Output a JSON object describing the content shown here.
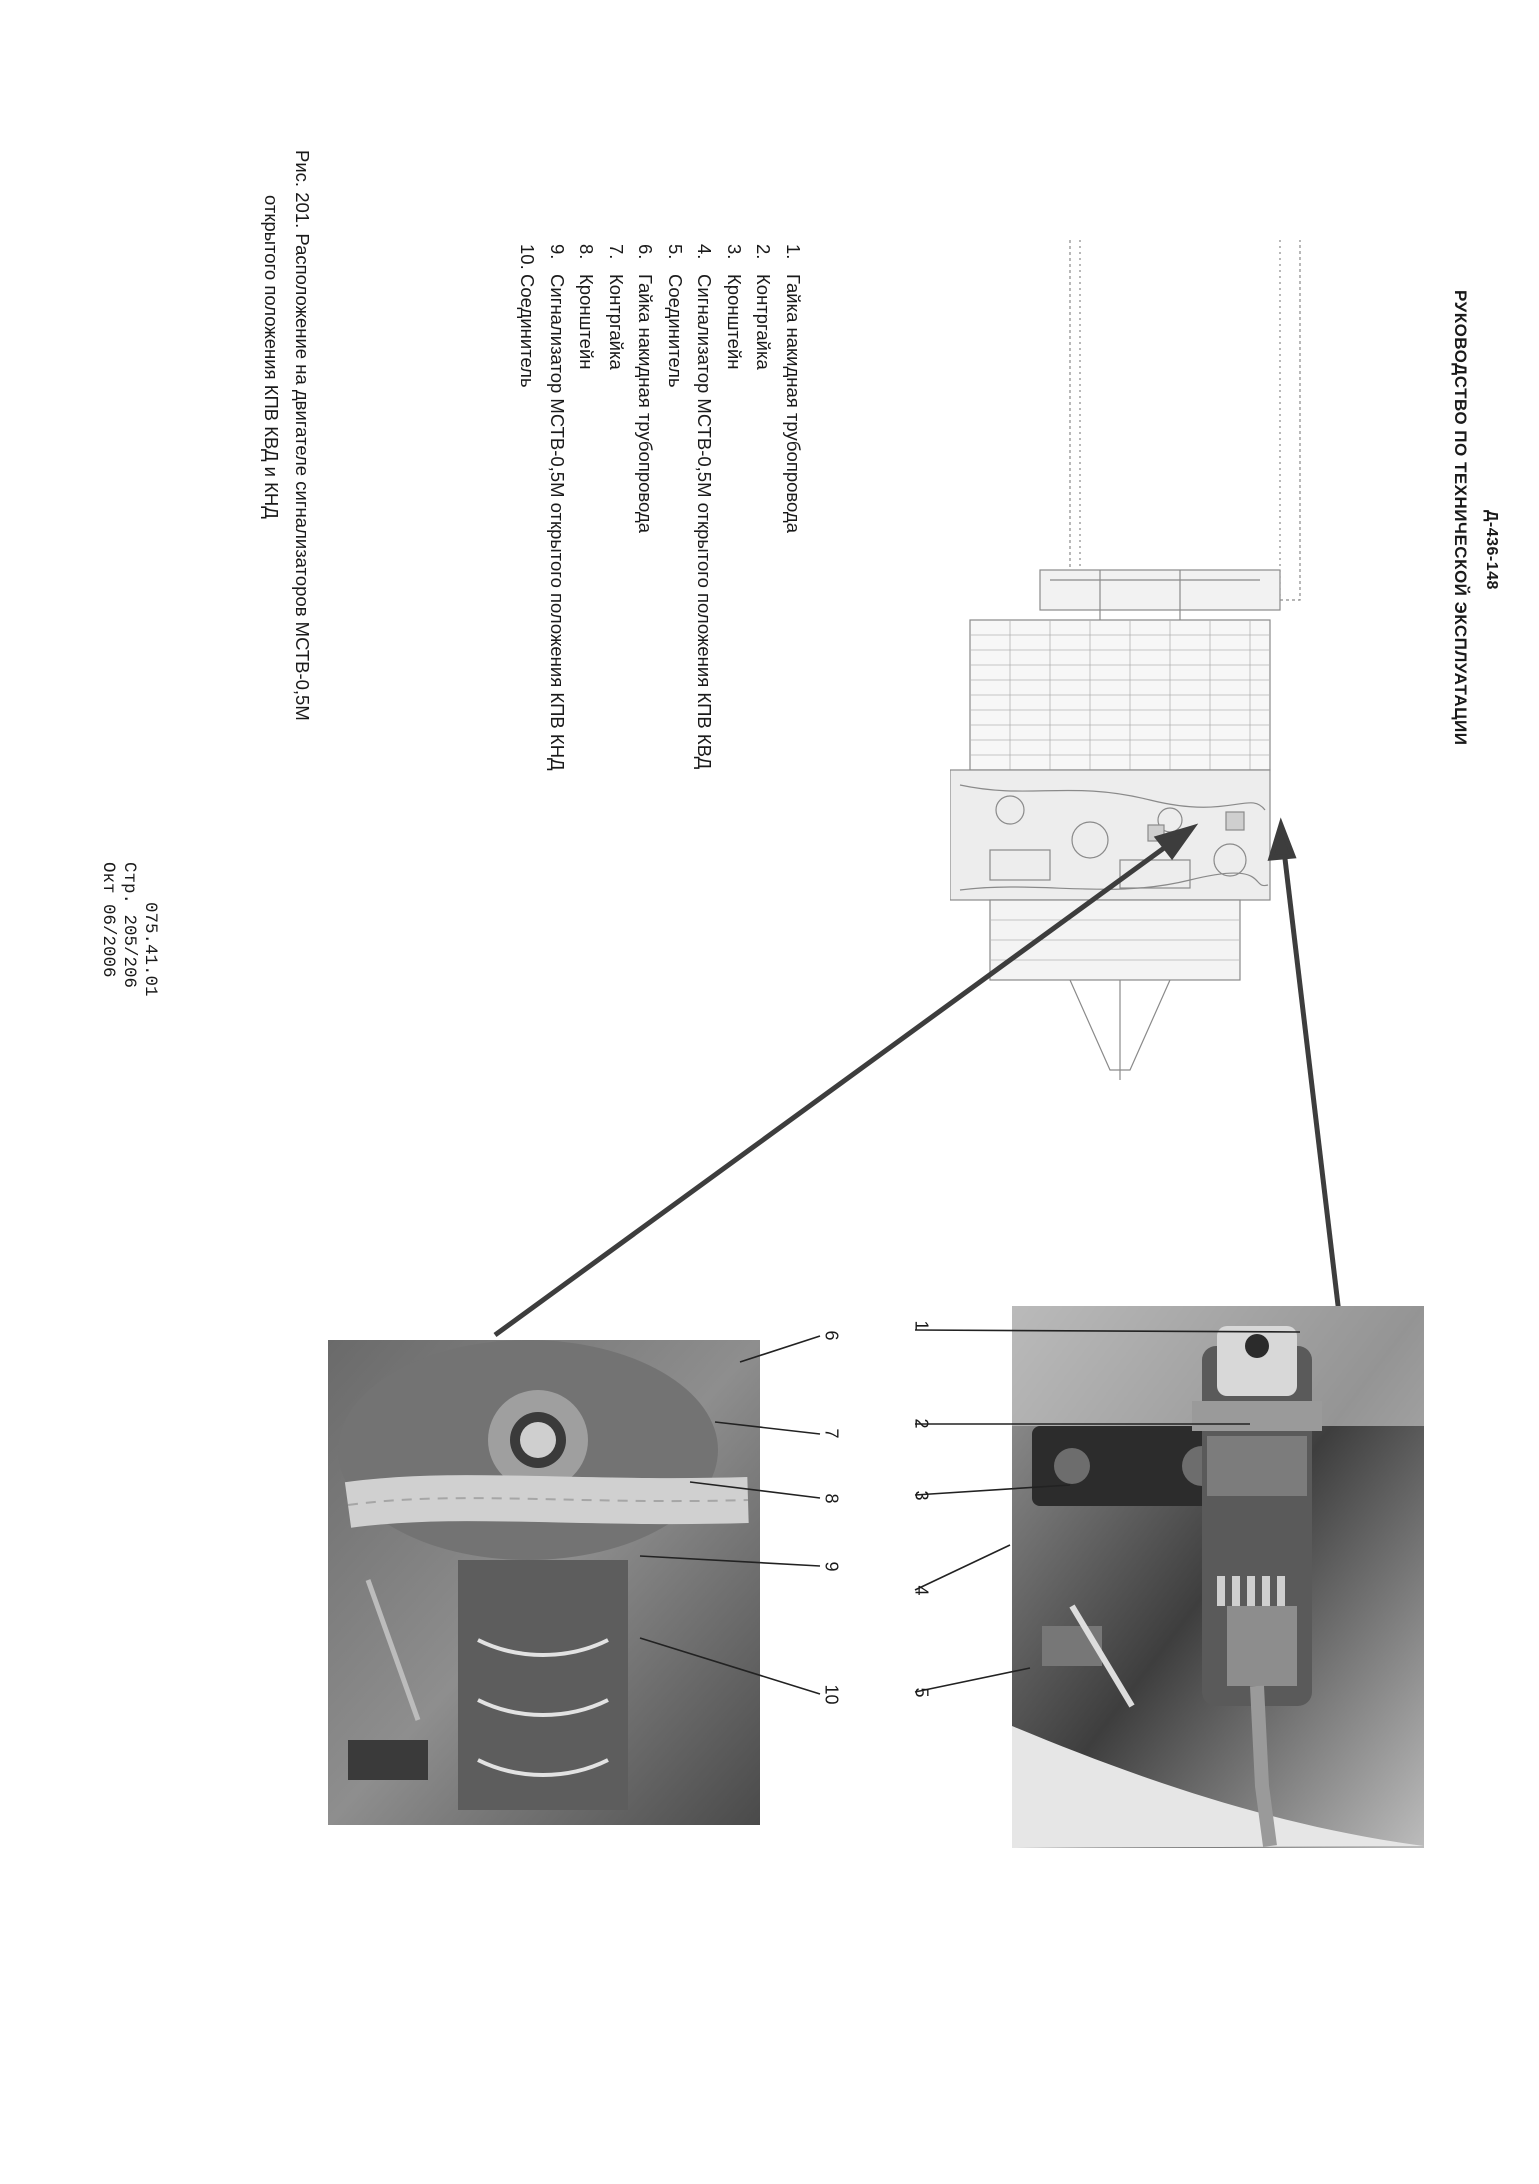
{
  "header": {
    "code": "Д-436-148",
    "title": "РУКОВОДСТВО ПО ТЕХНИЧЕСКОЙ ЭКСПЛУАТАЦИИ"
  },
  "legend": [
    {
      "num": "1.",
      "text": "Гайка накидная трубопровода"
    },
    {
      "num": "2.",
      "text": "Контргайка"
    },
    {
      "num": "3.",
      "text": "Кронштейн"
    },
    {
      "num": "4.",
      "text": "Сигнализатор МСТВ-0,5М открытого положения КПВ КВД"
    },
    {
      "num": "5.",
      "text": "Соединитель"
    },
    {
      "num": "6.",
      "text": "Гайка накидная трубопровода"
    },
    {
      "num": "7.",
      "text": "Контргайка"
    },
    {
      "num": "8.",
      "text": "Кронштейн"
    },
    {
      "num": "9.",
      "text": "Сигнализатор МСТВ-0,5М открытого положения КПВ КНД"
    },
    {
      "num": "10.",
      "text": "Соединитель"
    }
  ],
  "caption": {
    "line1": "Рис. 201. Расположение на двигателе сигнализаторов МСТВ-0,5М",
    "line2": "открытого положения КПВ КВД и КНД"
  },
  "footer": {
    "doc_num": "075.41.01",
    "page": "Стр. 205/206",
    "date": "Окт 06/2006"
  },
  "callouts_top": [
    "1",
    "2",
    "3",
    "4",
    "5"
  ],
  "callouts_bottom": [
    "6",
    "7",
    "8",
    "9",
    "10"
  ]
}
